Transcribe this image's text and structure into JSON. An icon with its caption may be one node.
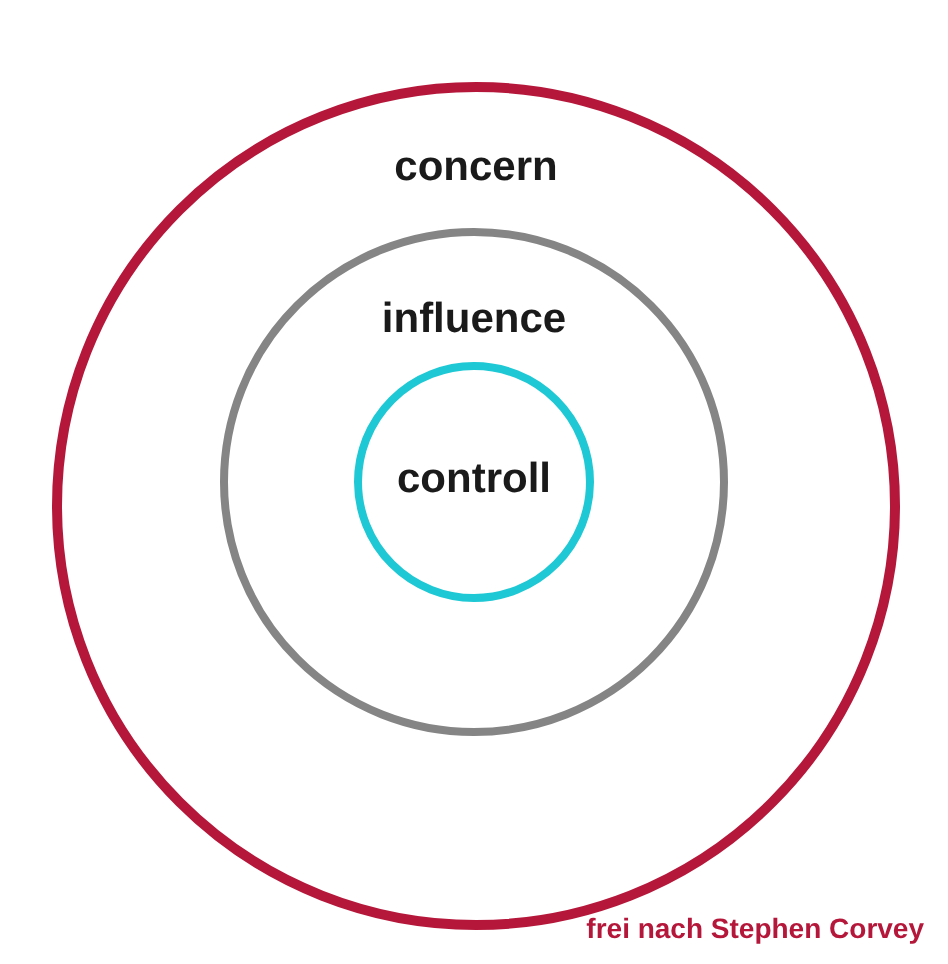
{
  "diagram": {
    "nodes": [
      {
        "text": [
          "concern"
        ]
      },
      {
        "text": [
          "influence"
        ],
        "in": 0
      },
      {
        "text": [
          "controll"
        ],
        "in": 1
      }
    ],
    "labels": [
      "frei nach Stephen Corvey"
    ]
  }
}
